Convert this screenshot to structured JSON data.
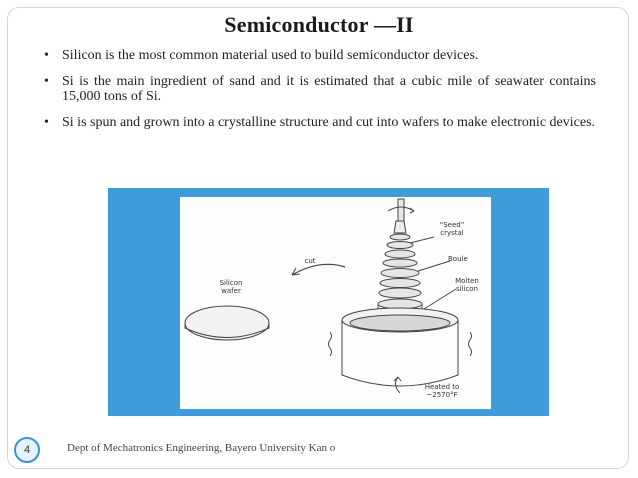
{
  "slide": {
    "title": "Semiconductor —II",
    "bullets": [
      "Silicon is the most common material used to build semiconductor devices.",
      "Si is the main ingredient of sand and it is estimated that a cubic mile of seawater contains 15,000 tons of Si.",
      "Si is spun and grown into a crystalline structure and cut into wafers to make electronic devices."
    ],
    "bullet_marker": "•",
    "figure": {
      "labels": {
        "seed": "“Seed” crystal",
        "boule": "Boule",
        "molten": "Molten silicon",
        "wafer": "Silicon wafer",
        "cut": "cut",
        "heated": "Heated to ~2570°F"
      },
      "frame_color": "#3f9bd9"
    },
    "footer": {
      "page_number": "4",
      "text": "Dept of Mechatronics Engineering, Bayero University Kan o"
    }
  }
}
